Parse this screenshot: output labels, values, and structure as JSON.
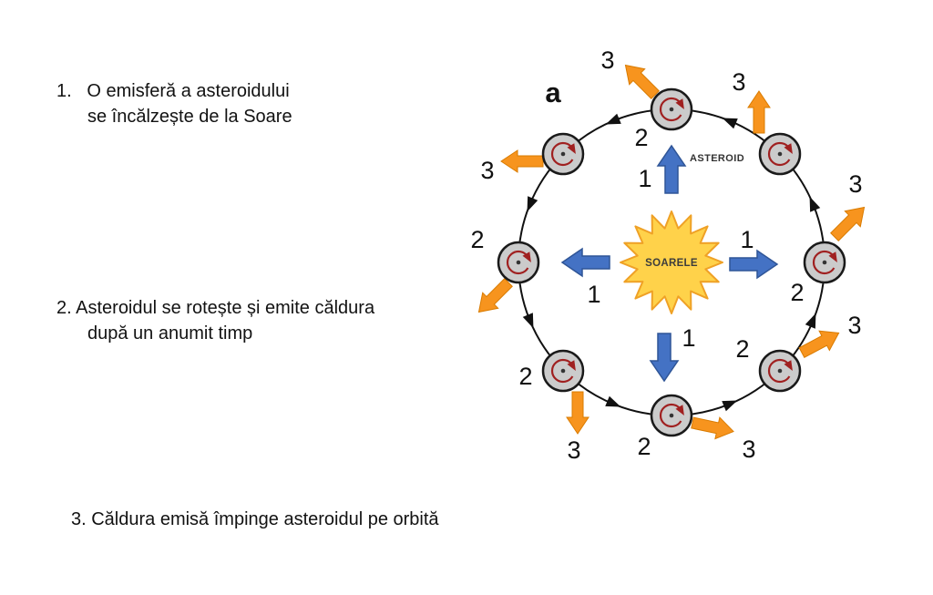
{
  "instructions": {
    "step1": "1.   O emisferă a asteroidului\nse încălzește de la Soare",
    "step2": "2. Asteroidul se rotește și emite căldura\ndupă un anumit timp",
    "step3": "3. Căldura emisă împinge asteroidul pe orbită"
  },
  "diagram": {
    "panel_label": "a",
    "sun_label": "SOARELE",
    "asteroid_label": "ASTEROID",
    "n1": "1",
    "n2": "2",
    "n3": "3",
    "colors": {
      "sunlight_arrow": "#4472C4",
      "heat_arrow": "#F7941E",
      "sun_fill": "#FFD24A",
      "asteroid_fill": "#CBCBCB",
      "rotation_arrow": "#A02020"
    }
  }
}
